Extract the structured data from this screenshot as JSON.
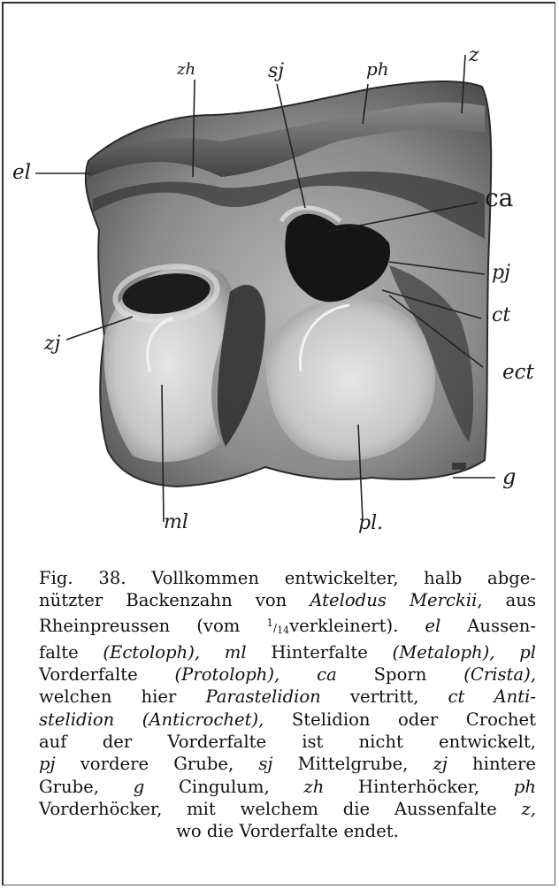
{
  "figure": {
    "labels": {
      "zh": "zh",
      "sj": "sj",
      "ph": "ph",
      "z": "z",
      "el": "el",
      "ca": "ca",
      "pj": "pj",
      "zj": "zj",
      "ct": "ct",
      "ect": "ect",
      "g": "g",
      "ml": "ml",
      "pl": "pl."
    }
  },
  "caption": {
    "l1_a": "Fig. 38. Vollkommen entwickelter, halb abge-",
    "l2_a": "nützter Backenzahn von ",
    "l2_b": "Atelodus Merckii",
    "l2_c": ", aus",
    "l3_a": "Rheinpreussen (vom ",
    "l3_num": "1",
    "l3_den": "14",
    "l3_b": "verkleinert). ",
    "l3_c": "el",
    "l3_d": " Aussen-",
    "l4_a": "falte ",
    "l4_b": "(Ectoloph), ml",
    "l4_c": " Hinterfalte ",
    "l4_d": "(Metaloph), pl",
    "l5_a": "Vorderfalte ",
    "l5_b": "(Protoloph), ca",
    "l5_c": " Sporn ",
    "l5_d": "(Crista),",
    "l6_a": "welchen hier ",
    "l6_b": "Parastelidion",
    "l6_c": " vertritt, ",
    "l6_d": "ct Anti-",
    "l7_a": "stelidion (Anticrochet),",
    "l7_b": " Stelidion oder Crochet",
    "l8_a": "auf der Vorderfalte ist nicht entwickelt,",
    "l9_a": "pj",
    "l9_b": " vordere Grube, ",
    "l9_c": "sj",
    "l9_d": " Mittelgrube, ",
    "l9_e": "zj",
    "l9_f": " hintere",
    "l10_a": "Grube, ",
    "l10_b": "g",
    "l10_c": " Cingulum, ",
    "l10_d": "zh",
    "l10_e": " Hinterhöcker, ",
    "l10_f": "ph",
    "l11_a": "Vorderhöcker, mit welchem die Aussenfalte ",
    "l11_b": "z,",
    "l12_a": "wo die Vorderfalte endet."
  }
}
